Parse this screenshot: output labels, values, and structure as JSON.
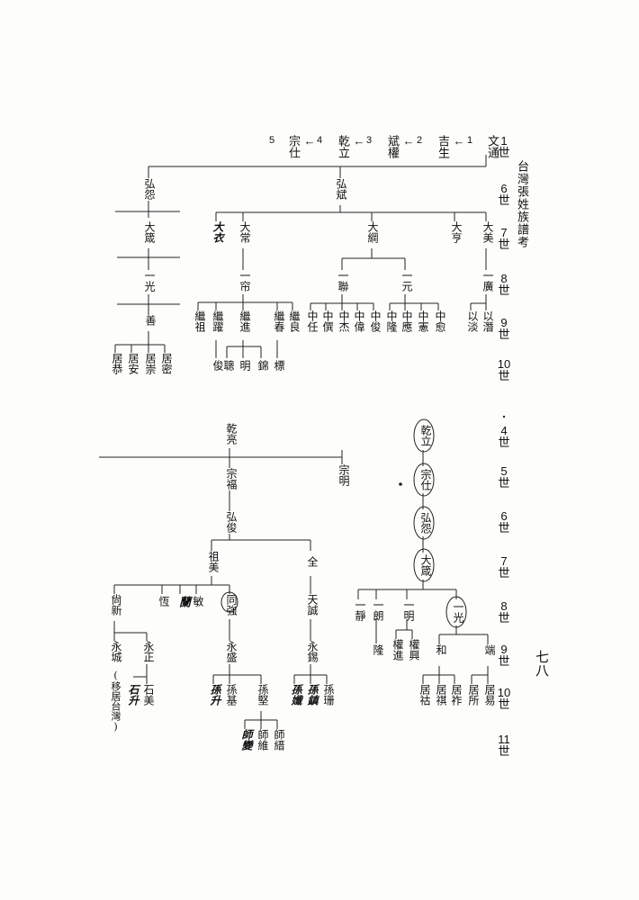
{
  "book_title": "台灣張姓族譜考",
  "page_number": "七八",
  "generations": [
    "1世",
    "6世",
    "7世",
    "8世",
    "9世",
    "10世",
    "4世",
    "5世",
    "6世",
    "7世",
    "8世",
    "9世",
    "10世",
    "11世"
  ],
  "lineage_line": [
    "文通",
    "1",
    "吉生",
    "2",
    "斌權",
    "3",
    "乾立",
    "4",
    "宗仕",
    "5"
  ],
  "tree1": {
    "gen6": [
      "弘怨",
      "弘斌"
    ],
    "gen7": [
      "大箴",
      "大衣",
      "大常",
      "大綱",
      "大亨",
      "大美"
    ],
    "gen8": [
      "一光",
      "一帘",
      "一聯",
      "一元",
      "一廣"
    ],
    "gen9": [
      "善",
      "繼祖",
      "繼躍",
      "繼進",
      "繼春",
      "繼良",
      "中任",
      "中僎",
      "中杰",
      "中偉",
      "中俊",
      "中隆",
      "中應",
      "中憲",
      "中愈",
      "以淡",
      "以潛"
    ],
    "gen10": [
      "居恭",
      "居安",
      "居崇",
      "居密",
      "俊",
      "聰",
      "明",
      "錦",
      "標"
    ]
  },
  "tree2": {
    "gen4": [
      "乾亮"
    ],
    "gen5": [
      "宗福",
      "宗明"
    ],
    "gen6": [
      "弘俊"
    ],
    "gen7": [
      "祖美",
      "全"
    ],
    "gen8": [
      "尙新",
      "恆",
      "蘭",
      "敏",
      "同強",
      "天誠"
    ],
    "gen9": [
      "永城",
      "永正",
      "永盛",
      "永錫"
    ],
    "gen10": [
      "(移居台灣)",
      "石升",
      "石美",
      "孫升",
      "孫基",
      "孫堅",
      "孫孅",
      "孫鎮",
      "孫珊"
    ],
    "gen11": [
      "師變",
      "師維",
      "師縉"
    ]
  },
  "tree3": {
    "gen4": [
      "乾立"
    ],
    "gen5": [
      "宗仕"
    ],
    "gen6": [
      "弘怨"
    ],
    "gen7": [
      "大箴"
    ],
    "gen8": [
      "一靜",
      "一朗",
      "一明",
      "一光"
    ],
    "gen9": [
      "隆",
      "權進",
      "權興",
      "和",
      "端"
    ],
    "gen10": [
      "居祜",
      "居祺",
      "居祚",
      "居所",
      "居易"
    ]
  }
}
